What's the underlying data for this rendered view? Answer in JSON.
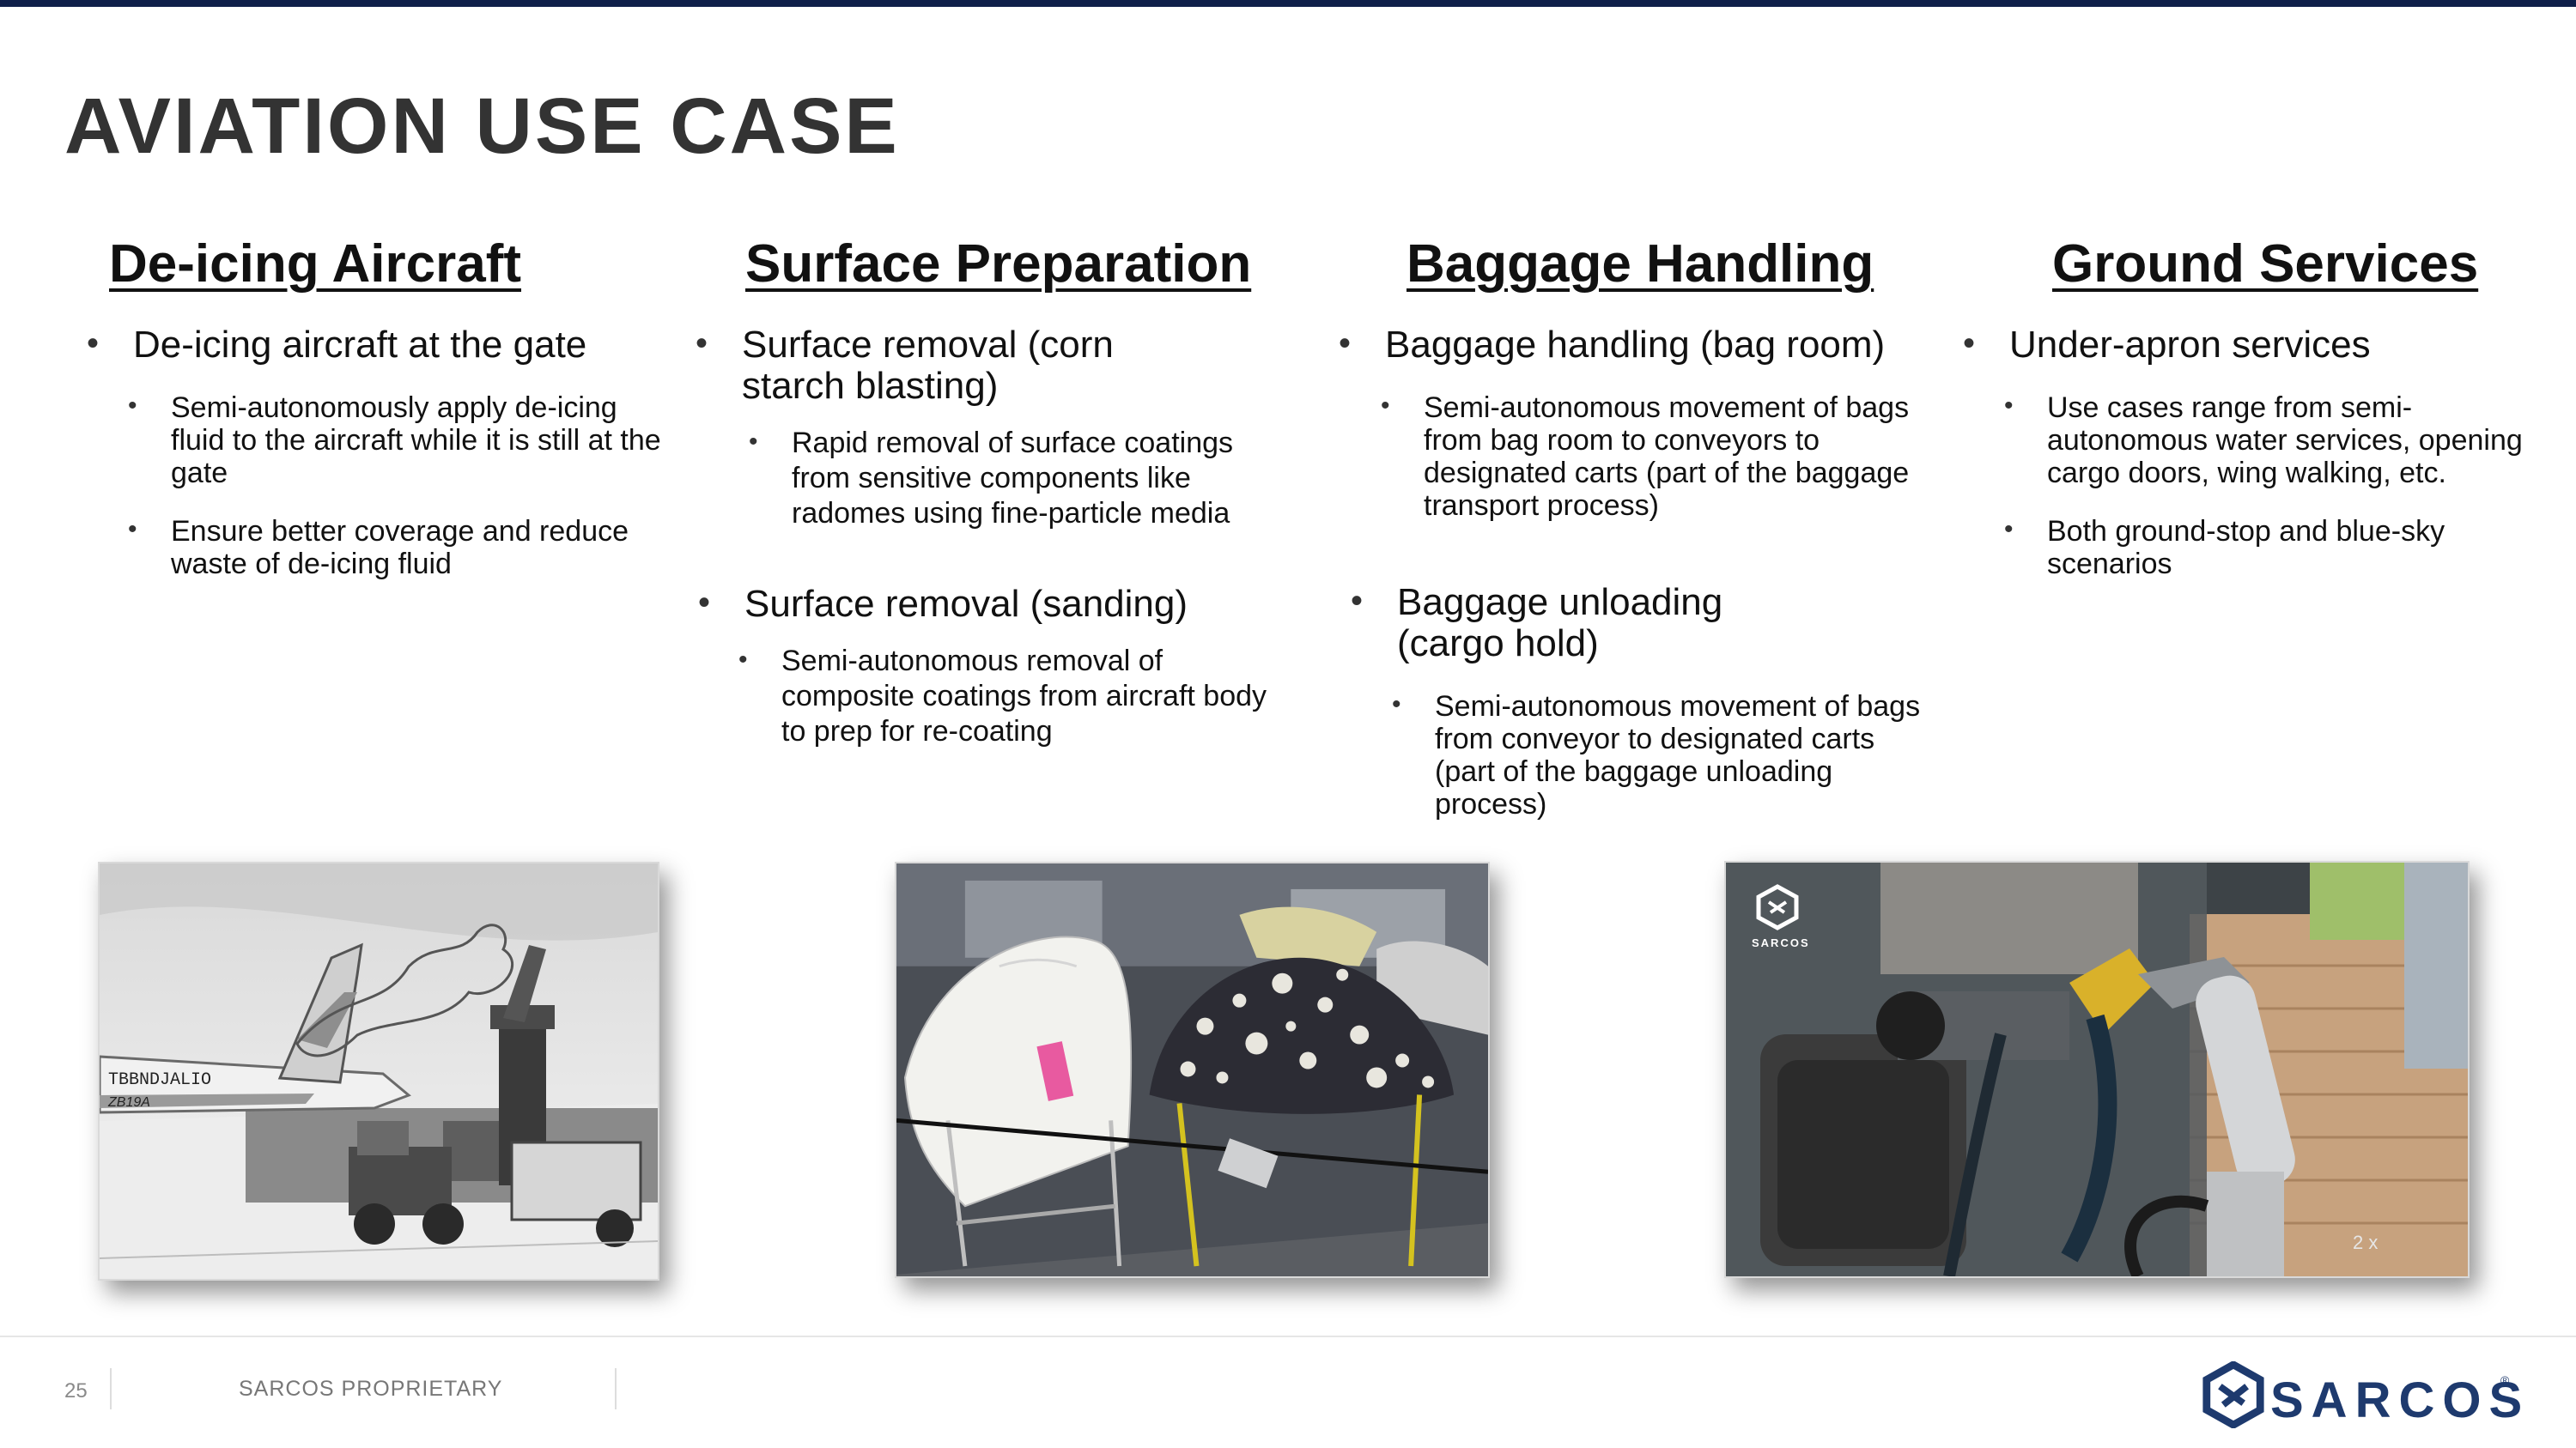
{
  "slide": {
    "title": "AVIATION USE CASE",
    "page_number": "25",
    "footer_text": "SARCOS PROPRIETARY"
  },
  "columns": [
    {
      "title": "De-icing Aircraft",
      "bullets": [
        {
          "text": "De-icing aircraft at the gate",
          "sub": [
            "Semi-autonomously apply de-icing fluid to the aircraft while it is still at the gate",
            "Ensure better coverage and reduce waste of de-icing fluid"
          ]
        }
      ]
    },
    {
      "title": "Surface Preparation",
      "bullets": [
        {
          "text": "Surface removal (corn starch blasting)",
          "sub": [
            "Rapid removal of surface coatings from sensitive components like radomes using fine-particle media"
          ]
        },
        {
          "text": "Surface removal (sanding)",
          "sub": [
            "Semi-autonomous removal of composite coatings from aircraft body to prep for re-coating"
          ]
        }
      ]
    },
    {
      "title": "Baggage Handling",
      "bullets": [
        {
          "text": "Baggage handling (bag room)",
          "sub": [
            "Semi-autonomous movement of bags from bag room to conveyors to designated carts (part of the baggage transport process)"
          ]
        },
        {
          "text": "Baggage unloading (cargo hold)",
          "sub": [
            "Semi-autonomous movement of bags from conveyor to designated carts (part of the baggage unloading process)"
          ]
        }
      ]
    },
    {
      "title": "Ground Services",
      "bullets": [
        {
          "text": "Under-apron services",
          "sub": [
            "Use cases range from semi-autonomous water services, opening cargo doors, wing walking, etc.",
            "Both ground-stop and blue-sky scenarios"
          ]
        }
      ]
    }
  ],
  "images": {
    "deicing": {
      "tail_number": "TBBNDJALIO",
      "tail_code": "ZB19A"
    },
    "robot": {
      "overlay_logo": "SARCOS",
      "speed_label": "2 x"
    }
  },
  "brand": {
    "logo_text": "SARCOS",
    "logo_reg": "®",
    "color_navy": "#1e3a6e",
    "color_top_rule": "#0f1f4a"
  }
}
